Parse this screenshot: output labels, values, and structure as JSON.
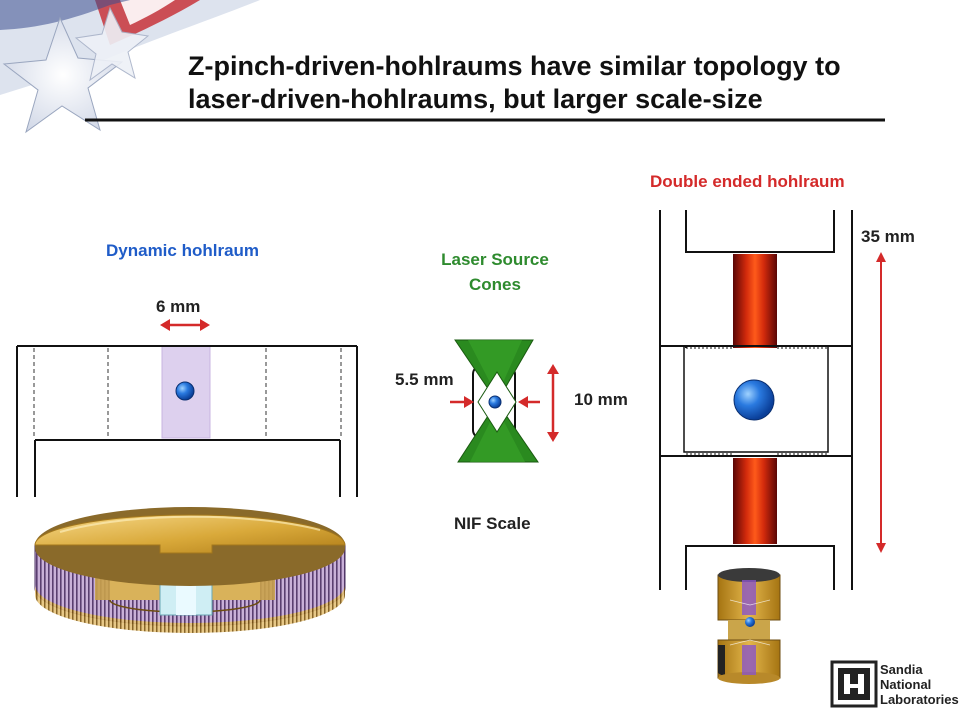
{
  "title": {
    "line1": "Z-pinch-driven-hohlraums have similar topology to",
    "line2": "laser-driven-hohlraums, but larger scale-size"
  },
  "dynamic": {
    "label": "Dynamic hohlraum",
    "dimension": "6 mm"
  },
  "laser": {
    "label_line1": "Laser Source",
    "label_line2": "Cones",
    "width_dimension": "5.5 mm",
    "height_dimension": "10 mm",
    "scale_label": "NIF Scale"
  },
  "double": {
    "label": "Double ended hohlraum",
    "dimension": "35 mm"
  },
  "logo": {
    "line1": "Sandia",
    "line2": "National",
    "line3": "Laboratories"
  },
  "colors": {
    "blue_label": "#1f5cc8",
    "green_label": "#2e8b2e",
    "red_label": "#d42a2a",
    "arrow_red": "#d42a2a",
    "capsule_blue": "#1e6fd0",
    "cone_green": "#2a8a1f",
    "gold": "#d9a93a",
    "purple": "#8a6aa6",
    "lavender": "#ddd0ee"
  }
}
